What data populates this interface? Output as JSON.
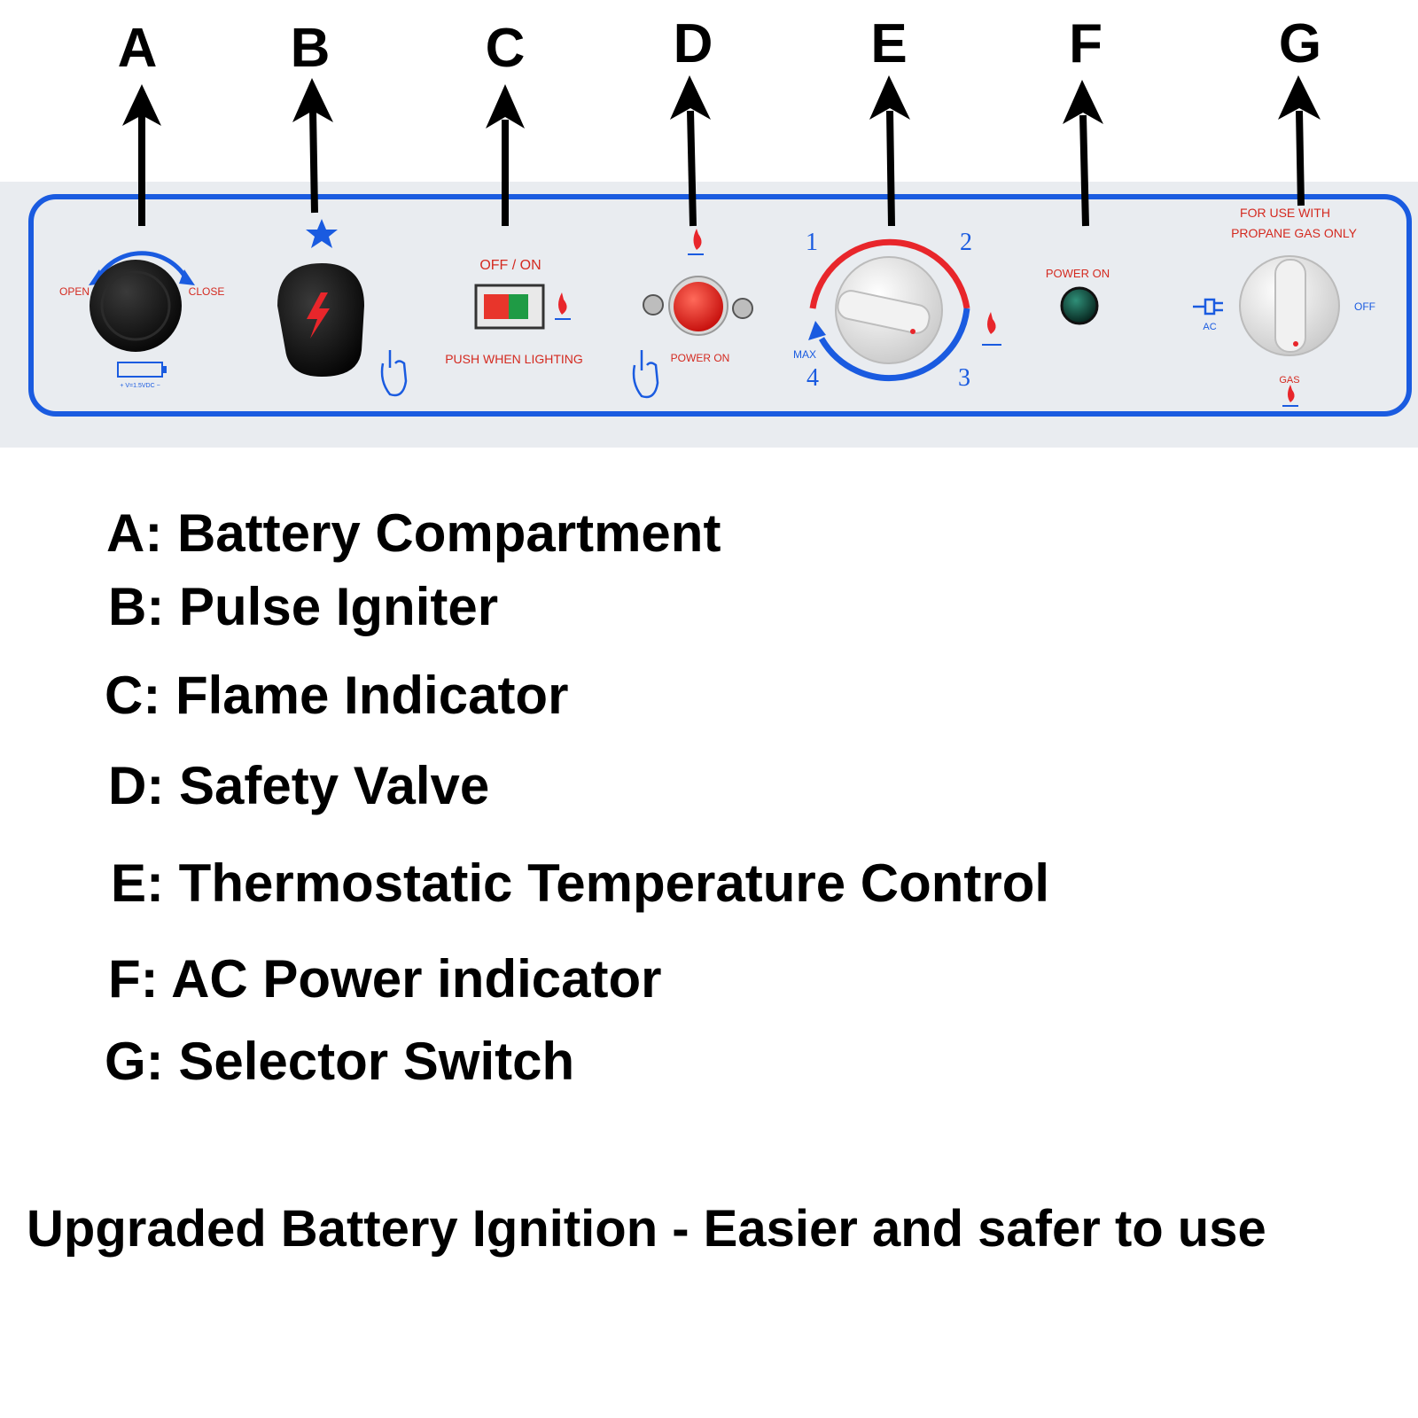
{
  "callouts": [
    "A",
    "B",
    "C",
    "D",
    "E",
    "F",
    "G"
  ],
  "panel": {
    "open_label": "OPEN",
    "close_label": "CLOSE",
    "battery_label": "+ V=1.5VDC −",
    "flame_switch_label": "OFF / ON",
    "push_label": "PUSH  WHEN  LIGHTING",
    "valve_label": "POWER ON",
    "dial_marks": [
      "1",
      "2",
      "3",
      "4"
    ],
    "dial_max_label": "MAX",
    "indicator_label": "POWER ON",
    "propane_line1": "FOR USE WITH",
    "propane_line2": "PROPANE GAS ONLY",
    "ac_label": "AC",
    "off_label": "OFF",
    "gas_label": "GAS"
  },
  "legend": [
    "A: Battery Compartment",
    "B: Pulse Igniter",
    "C: Flame Indicator",
    "D: Safety Valve",
    "E: Thermostatic Temperature Control",
    "F: AC Power indicator",
    "G: Selector Switch"
  ],
  "tagline": "Upgraded Battery Ignition - Easier and safer to use",
  "colors": {
    "panel_border": "#1a5be0",
    "panel_bg": "#e9ecf0",
    "accent_red": "#e8262b",
    "knob_black": "#111111",
    "knob_white": "#e6e6e6",
    "indicator_green": "#0e4a3c"
  }
}
